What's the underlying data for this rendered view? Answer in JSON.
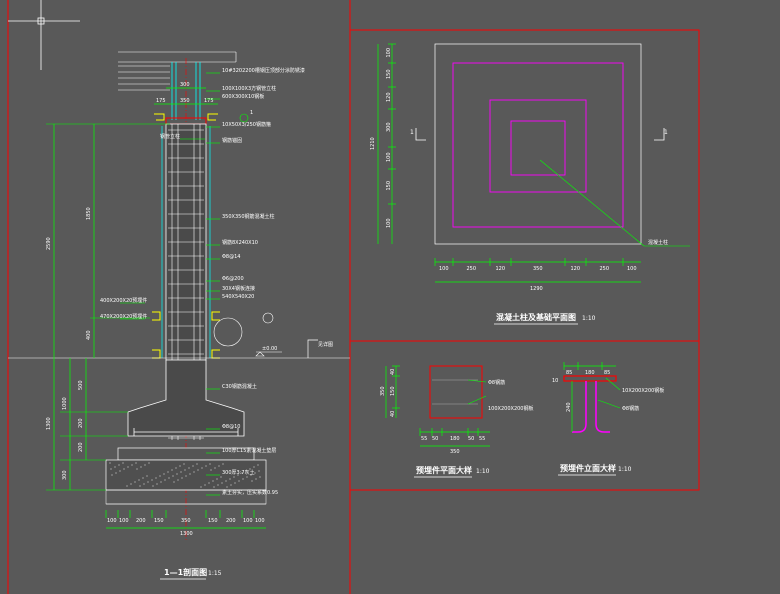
{
  "section_left": {
    "title": "1—1剖面图",
    "scale": "1:15",
    "total_height": "2590",
    "height_1850": "1850",
    "height_400": "400",
    "height_1300": "1300",
    "height_1000": "1000",
    "height_500": "500",
    "height_200_a": "200",
    "height_200_b": "200",
    "height_300": "300",
    "width_top_300": "300",
    "width_top_350": "350",
    "width_175_l": "175",
    "width_175_r": "175",
    "bottom_dims": [
      "100",
      "100",
      "200",
      "150",
      "350",
      "150",
      "200",
      "100",
      "100"
    ],
    "bottom_total": "1300",
    "elevation": "±0.00",
    "cut_mark": "1",
    "annotations": [
      "10#3202200槽钢压顶部分涂防锈漆",
      "100X100X3方钢管立柱",
      "600X300X10钢板",
      "10X50X3/250钢筋箍",
      "钢管立柱",
      "钢筋锚固",
      "350X350钢筋混凝土柱",
      "钢筋8X240X10",
      "Φ8@14",
      "Φ6@200",
      "30X4钢板连接",
      "540X540X20",
      "400X200X20预埋件",
      "470X200X20预埋件",
      "C30钢筋混凝土",
      "Φ8@10",
      "100厚C15素混凝土垫层",
      "300厚3:7灰土",
      "素土夯实，压实系数0.95",
      "见详图"
    ]
  },
  "plan_right": {
    "title": "混凝土柱及基础平面图",
    "scale": "1:10",
    "side_dims": [
      "100",
      "150",
      "120",
      "300",
      "100",
      "150",
      "100"
    ],
    "side_total": "1210",
    "bottom_dims": [
      "100",
      "250",
      "120",
      "350",
      "120",
      "250",
      "100"
    ],
    "bottom_total": "1290",
    "cut_left": "1",
    "cut_right": "1",
    "leader_label": "混凝土柱"
  },
  "embed_plan": {
    "title": "预埋件平面大样",
    "scale": "1:10",
    "side_dims": [
      "40",
      "150",
      "40"
    ],
    "side_total": "350",
    "bottom_dims": [
      "55",
      "50",
      "180",
      "50",
      "55"
    ],
    "bottom_total": "350",
    "labels": [
      "Φ8钢筋",
      "100X200X200钢板"
    ]
  },
  "embed_elev": {
    "title": "预埋件立面大样",
    "scale": "1:10",
    "top_dims": [
      "85",
      "180",
      "85"
    ],
    "side_dim": "240",
    "left_mark": "10",
    "labels": [
      "10X200X200钢板",
      "Φ8钢筋"
    ]
  }
}
